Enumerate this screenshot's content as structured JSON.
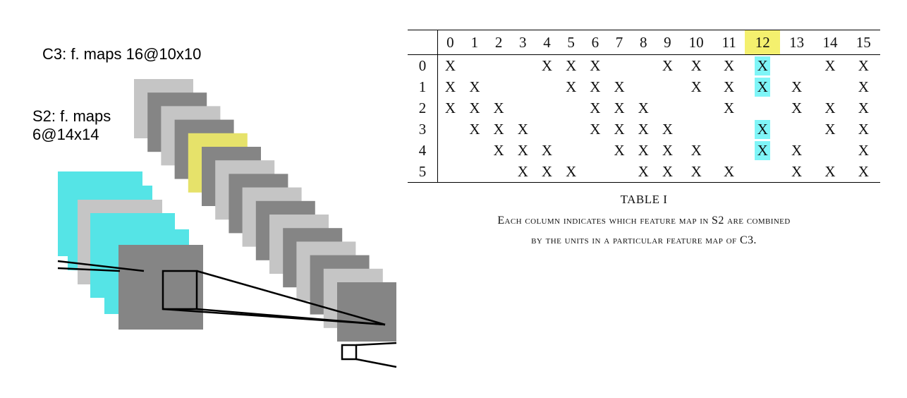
{
  "diagram": {
    "c3_label": "C3: f. maps 16@10x10",
    "s2_label_line1": "S2: f. maps",
    "s2_label_line2": "6@14x14",
    "colors": {
      "s2_map_highlight": "#55e4e6",
      "s2_map_plain_light": "#c5c5c5",
      "s2_map_plain_dark": "#858585",
      "c3_map_highlight": "#e6e26a",
      "c3_map_light": "#c5c5c5",
      "c3_map_dark": "#858585"
    }
  },
  "table": {
    "columns": [
      "0",
      "1",
      "2",
      "3",
      "4",
      "5",
      "6",
      "7",
      "8",
      "9",
      "10",
      "11",
      "12",
      "13",
      "14",
      "15"
    ],
    "highlight_column": "12",
    "rows": [
      {
        "label": "0",
        "cells": [
          "X",
          "",
          "",
          "",
          "X",
          "X",
          "X",
          "",
          "",
          "X",
          "X",
          "X",
          "X",
          "",
          "X",
          "X"
        ]
      },
      {
        "label": "1",
        "cells": [
          "X",
          "X",
          "",
          "",
          "",
          "X",
          "X",
          "X",
          "",
          "",
          "X",
          "X",
          "X",
          "X",
          "",
          "X"
        ]
      },
      {
        "label": "2",
        "cells": [
          "X",
          "X",
          "X",
          "",
          "",
          "",
          "X",
          "X",
          "X",
          "",
          "",
          "X",
          "",
          "X",
          "X",
          "X"
        ]
      },
      {
        "label": "3",
        "cells": [
          "",
          "X",
          "X",
          "X",
          "",
          "",
          "X",
          "X",
          "X",
          "X",
          "",
          "",
          "X",
          "",
          "X",
          "X"
        ]
      },
      {
        "label": "4",
        "cells": [
          "",
          "",
          "X",
          "X",
          "X",
          "",
          "",
          "X",
          "X",
          "X",
          "X",
          "",
          "X",
          "X",
          "",
          "X"
        ]
      },
      {
        "label": "5",
        "cells": [
          "",
          "",
          "",
          "X",
          "X",
          "X",
          "",
          "",
          "X",
          "X",
          "X",
          "X",
          "",
          "X",
          "X",
          "X"
        ]
      }
    ],
    "colors": {
      "header_highlight": "#f4f06e",
      "column_highlight": "#7ff5f7"
    }
  },
  "caption": {
    "title": "TABLE I",
    "text_line1": "Each column indicates which feature map in S2 are combined",
    "text_line2": "by the units in a particular feature map of C3."
  }
}
